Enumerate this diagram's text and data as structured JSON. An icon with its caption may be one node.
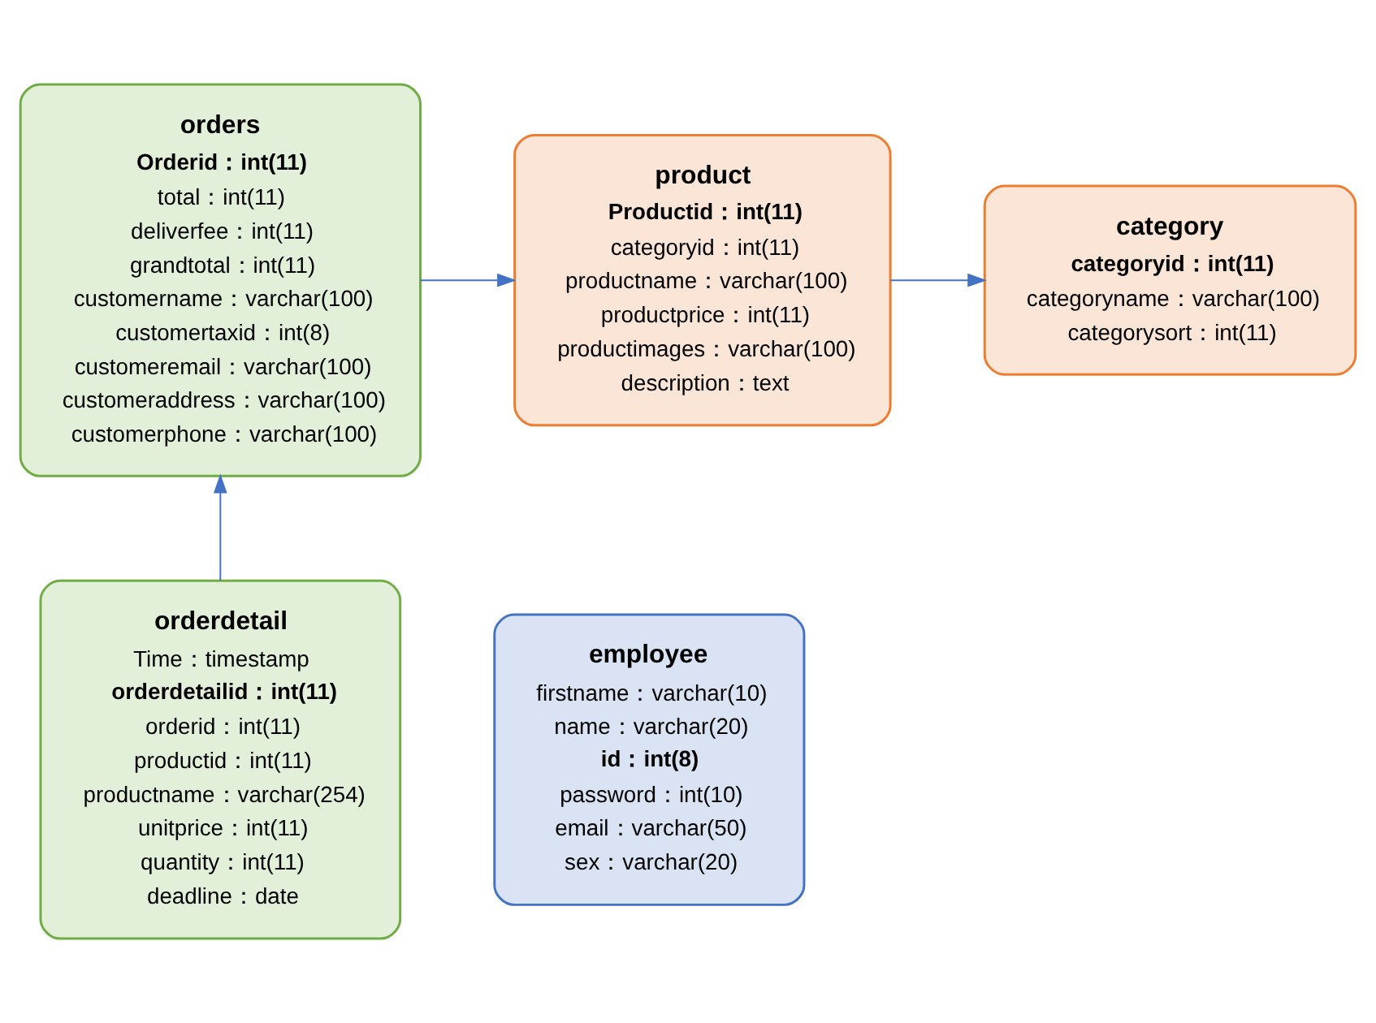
{
  "diagram": {
    "nodes": [
      {
        "text": [
          "orders",
          "Orderid：int(11)",
          "total：int(11)",
          "deliverfee：int(11)",
          "grandtotal：int(11)",
          "customername：varchar(100)",
          "customertaxid：int(8)",
          "customeremail：varchar(100)",
          "customeraddress：varchar(100)",
          "customerphone：varchar(100)"
        ]
      },
      {
        "text": [
          "product",
          "Productid：int(11)",
          "categoryid：int(11)",
          "productname：varchar(100)",
          "productprice：int(11)",
          "productimages：varchar(100)",
          "description：text"
        ]
      },
      {
        "text": [
          "category",
          "categoryid：int(11)",
          "categoryname：varchar(100)",
          "categorysort：int(11)"
        ]
      },
      {
        "text": [
          "orderdetail",
          "Time：timestamp",
          "orderdetailid：int(11)",
          "orderid：int(11)",
          "productid：int(11)",
          "productname：varchar(254)",
          "unitprice：int(11)",
          "quantity：int(11)",
          "deadline：date"
        ]
      },
      {
        "text": [
          "employee",
          "firstname：varchar(10)",
          "name：varchar(20)",
          "id：int(8)",
          "password：int(10)",
          "email：varchar(50)",
          "sex：varchar(20)"
        ]
      }
    ],
    "edges": [
      {
        "from": 0,
        "to": 1,
        "arrow": "to"
      },
      {
        "from": 1,
        "to": 2,
        "arrow": "to"
      },
      {
        "from": 3,
        "to": 0,
        "arrow": "to"
      }
    ]
  }
}
